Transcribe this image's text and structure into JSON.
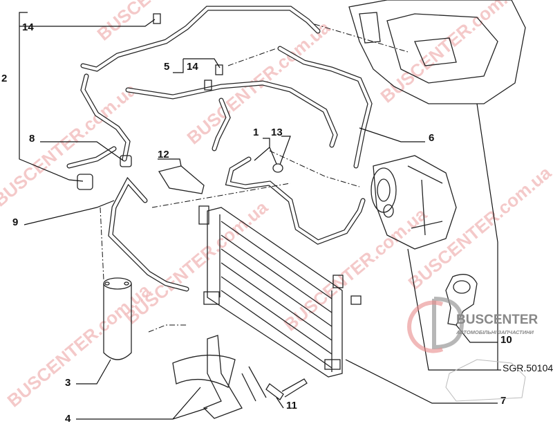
{
  "diagram": {
    "labels": {
      "l14a": "14",
      "l2": "2",
      "l5": "5",
      "l14b": "14",
      "l8": "8",
      "l12": "12",
      "l1": "1",
      "l13": "13",
      "l6": "6",
      "l9": "9",
      "l3": "3",
      "l4": "4",
      "l11": "11",
      "l7": "7",
      "l10": "10"
    },
    "reference_code": "SGR.50104"
  },
  "logo": {
    "brand": "BUSCENTER",
    "tagline": "АВТОМОБІЛЬНІ ЗАПЧАСТИНИ"
  },
  "watermark": {
    "text": "BUSCENTER.com.ua",
    "color": "#e88a8a"
  }
}
